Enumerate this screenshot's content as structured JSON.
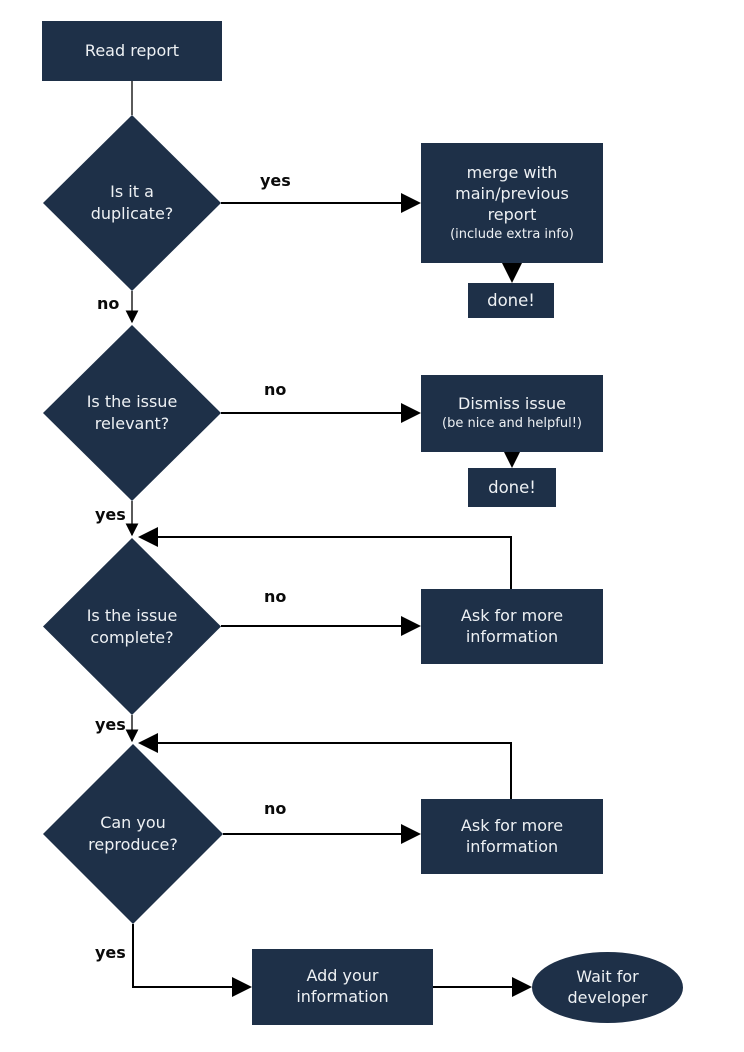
{
  "diagram": {
    "type": "flowchart",
    "topic": "bug report triage workflow"
  },
  "colors": {
    "node_fill": "#1e3048",
    "node_text": "#eef1f4",
    "edge": "#000000",
    "edge_label_text": "#0a0a0a",
    "background": "#ffffff"
  },
  "nodes": {
    "read_report": {
      "label": "Read report"
    },
    "duplicate": {
      "line1": "Is it a",
      "line2": "duplicate?"
    },
    "merge": {
      "line1": "merge with",
      "line2": "main/previous",
      "line3": "report",
      "note": "(include extra info)"
    },
    "done1": {
      "label": "done!"
    },
    "relevant": {
      "line1": "Is the issue",
      "line2": "relevant?"
    },
    "dismiss": {
      "line1": "Dismiss issue",
      "note": "(be nice and helpful!)"
    },
    "done2": {
      "label": "done!"
    },
    "complete": {
      "line1": "Is the issue",
      "line2": "complete?"
    },
    "ask_more_1": {
      "line1": "Ask for more",
      "line2": "information"
    },
    "reproduce": {
      "line1": "Can you",
      "line2": "reproduce?"
    },
    "ask_more_2": {
      "line1": "Ask for more",
      "line2": "information"
    },
    "add_info": {
      "line1": "Add your",
      "line2": "information"
    },
    "wait_developer": {
      "line1": "Wait for",
      "line2": "developer"
    }
  },
  "edge_labels": {
    "duplicate_yes": "yes",
    "duplicate_no": "no",
    "relevant_no": "no",
    "relevant_yes": "yes",
    "complete_no": "no",
    "complete_yes": "yes",
    "reproduce_no": "no",
    "reproduce_yes": "yes"
  }
}
